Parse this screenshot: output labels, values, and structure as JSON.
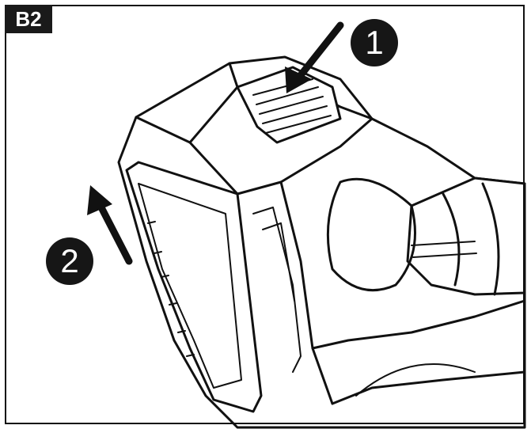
{
  "figure": {
    "panel_label": "B2",
    "steps": [
      {
        "number": "1"
      },
      {
        "number": "2"
      }
    ],
    "colors": {
      "ink": "#111111",
      "paper": "#ffffff",
      "label_bg": "#1a1a1a"
    }
  }
}
